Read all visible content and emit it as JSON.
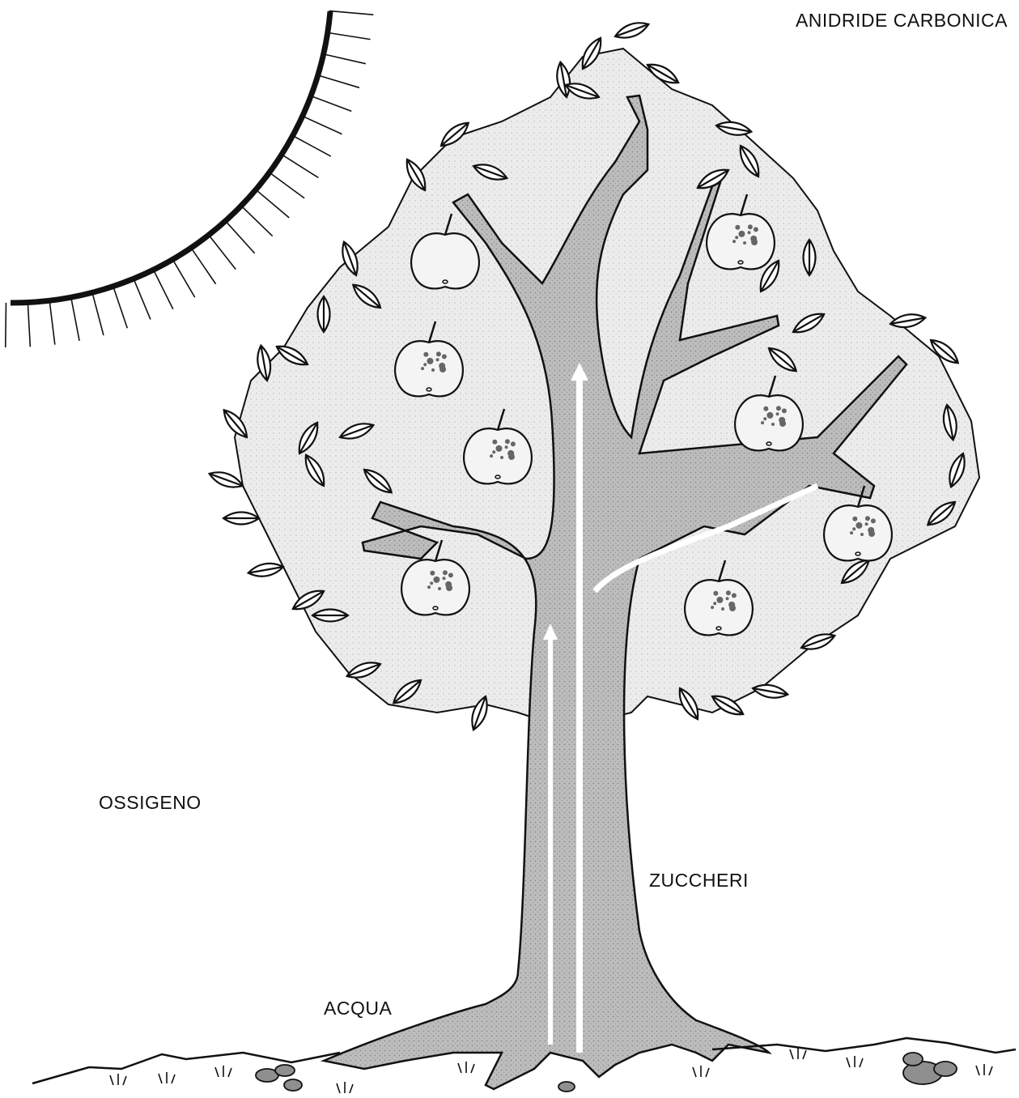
{
  "labels": {
    "carbon_dioxide": "ANIDRIDE CARBONICA",
    "oxygen": "OSSIGENO",
    "sugars": "ZUCCHERI",
    "water": "ACQUA"
  },
  "colors": {
    "outline": "#111111",
    "bark": "#b9b9b9",
    "canopy": "#e9e9e9",
    "flow_arrow": "#ffffff"
  },
  "icons": [
    "sun-icon",
    "tree-icon",
    "apple-icon",
    "leaf-icon",
    "stone-icon",
    "grass-icon"
  ]
}
